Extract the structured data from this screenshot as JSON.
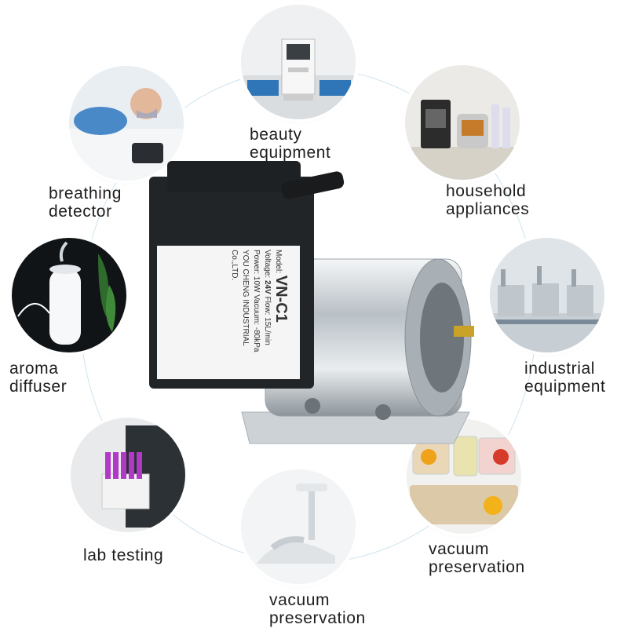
{
  "applications": [
    {
      "id": "beauty",
      "label_line1": "beauty",
      "label_line2": "equipment"
    },
    {
      "id": "breathing",
      "label_line1": "breathing",
      "label_line2": "detector"
    },
    {
      "id": "household",
      "label_line1": "household",
      "label_line2": "appliances"
    },
    {
      "id": "aroma",
      "label_line1": "aroma",
      "label_line2": "diffuser"
    },
    {
      "id": "industrial",
      "label_line1": "industrial",
      "label_line2": "equipment"
    },
    {
      "id": "lab",
      "label_line1": "lab testing",
      "label_line2": ""
    },
    {
      "id": "vacuum_right",
      "label_line1": "vacuum",
      "label_line2": "preservation"
    },
    {
      "id": "vacuum_bottom",
      "label_line1": "vacuum",
      "label_line2": "preservation"
    }
  ],
  "pump_label": {
    "model_caption": "Model:",
    "model": "VN-C1",
    "voltage_caption": "Voltage:",
    "voltage": "24V",
    "flow_caption": "Flow:",
    "flow": "15L/min",
    "power_caption": "Power:",
    "power": "10W",
    "vacuum_caption": "Vacuum:",
    "vacuum": "-80kPa",
    "manufacturer": "YOU CHENG INDUSTRIAL Co.,LTD."
  }
}
